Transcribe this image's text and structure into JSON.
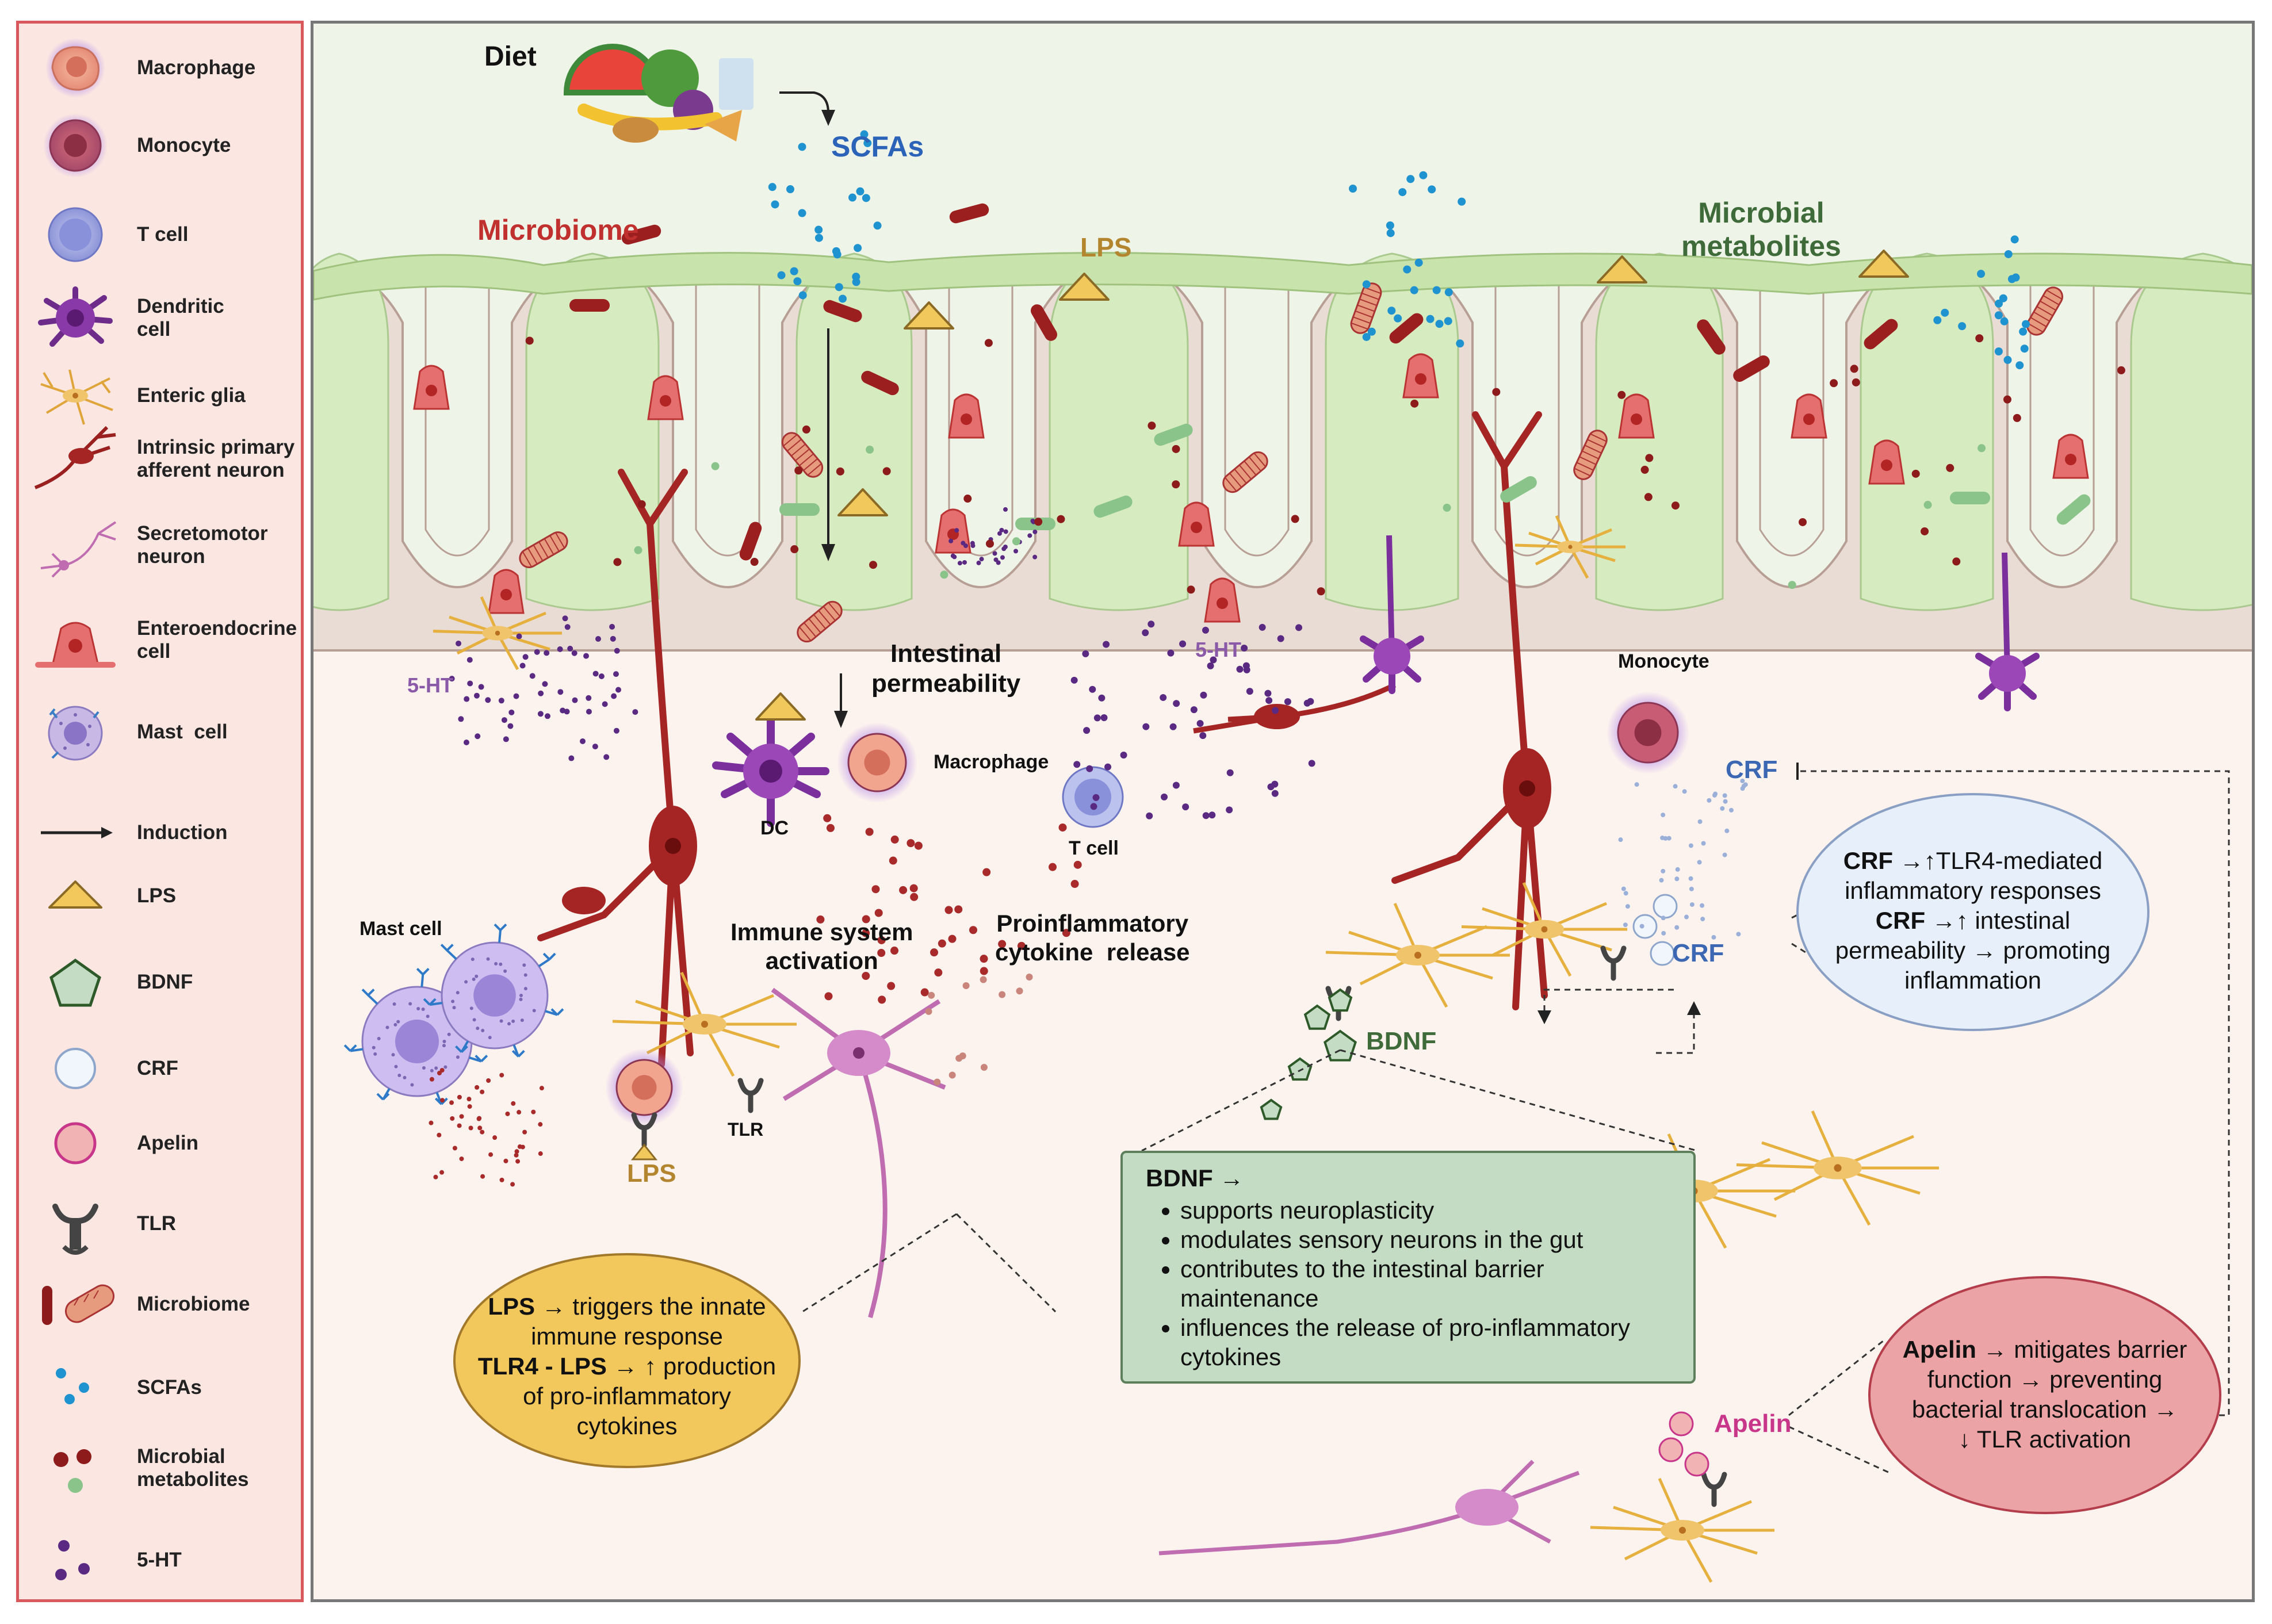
{
  "legend": {
    "items": [
      {
        "label": "Macrophage",
        "icon": "macrophage-icon"
      },
      {
        "label": "Monocyte",
        "icon": "monocyte-icon"
      },
      {
        "label": "T cell",
        "icon": "t-cell-icon"
      },
      {
        "label": "Dendritic\ncell",
        "icon": "dendritic-cell-icon"
      },
      {
        "label": "Enteric glia",
        "icon": "enteric-glia-icon"
      },
      {
        "label": "Intrinsic primary\nafferent neuron",
        "icon": "afferent-neuron-icon"
      },
      {
        "label": "Secretomotor\nneuron",
        "icon": "secretomotor-neuron-icon"
      },
      {
        "label": "Enteroendocrine\ncell",
        "icon": "enteroendocrine-cell-icon"
      },
      {
        "label": "Mast  cell",
        "icon": "mast-cell-icon"
      },
      {
        "label": "Induction",
        "icon": "arrow-icon"
      },
      {
        "label": "LPS",
        "icon": "triangle-icon"
      },
      {
        "label": "BDNF",
        "icon": "pentagon-icon"
      },
      {
        "label": "CRF",
        "icon": "circle-outline-icon"
      },
      {
        "label": "Apelin",
        "icon": "pink-circle-icon"
      },
      {
        "label": "TLR",
        "icon": "receptor-icon"
      },
      {
        "label": "Microbiome",
        "icon": "bacteria-icon"
      },
      {
        "label": "SCFAs",
        "icon": "blue-dots-icon"
      },
      {
        "label": "Microbial\nmetabolites",
        "icon": "metabolite-dots-icon"
      },
      {
        "label": "5-HT",
        "icon": "purple-dots-icon"
      }
    ]
  },
  "diagram": {
    "diet": "Diet",
    "scfas": "SCFAs",
    "microbiome": "Microbiome",
    "lps_top": "LPS",
    "microbial_metabolites": "Microbial\nmetabolites",
    "five_ht_left": "5-HT",
    "five_ht_mid": "5-HT",
    "intestinal_permeability": "Intestinal\npermeability",
    "macrophage": "Macrophage",
    "dc": "DC",
    "t_cell": "T cell",
    "monocyte": "Monocyte",
    "crf_top": "CRF",
    "crf_mid": "CRF",
    "mast_cell": "Mast cell",
    "immune_activation": "Immune system\nactivation",
    "cytokine_release": "Proinflammatory\ncytokine  release",
    "tlr": "TLR",
    "lps_bottom": "LPS",
    "bdnf": "BDNF",
    "apelin": "Apelin"
  },
  "boxes": {
    "lps_box": {
      "line1_bold": "LPS",
      "line1_rest": " → triggers the innate",
      "line2": "immune response",
      "line3_bold": "TLR4 - LPS",
      "line3_rest": " → ↑ production",
      "line4": "of pro-inflammatory",
      "line5": "cytokines"
    },
    "crf_box": {
      "line1_bold": "CRF",
      "line1_rest": " →↑TLR4-mediated",
      "line2": "inflammatory responses",
      "line3_bold": "CRF",
      "line3_rest": " →↑  intestinal",
      "line4": "permeability → promoting",
      "line5": "inflammation"
    },
    "bdnf_box": {
      "title": "BDNF →",
      "items": [
        "supports neuroplasticity",
        "modulates sensory neurons in the gut",
        "contributes to the intestinal barrier maintenance",
        "influences the release of pro-inflammatory cytokines"
      ]
    },
    "apelin_box": {
      "line1_bold": "Apelin",
      "line1_rest": " → mitigates barrier",
      "line2": "function  → preventing",
      "line3": "bacterial translocation →",
      "line4": "↓ TLR activation"
    }
  },
  "colors": {
    "lumen": "#eef4e8",
    "tissue": "#fdf3ee",
    "villus": "#d6ebc0",
    "epithelium": "#e9dcd5",
    "neuron_red": "#a52424",
    "neuron_pink": "#c06cb0",
    "glia": "#e8b84a",
    "lps": "#f0c85c",
    "scfa": "#1f93cf",
    "metabolite": "#8e1b1b",
    "serotonin": "#5a2a82",
    "bdnf_green": "#3f6b3a",
    "crf_blue": "#3b67b3",
    "apelin_pink": "#c8368a",
    "microbiome_red": "#c0302e"
  }
}
